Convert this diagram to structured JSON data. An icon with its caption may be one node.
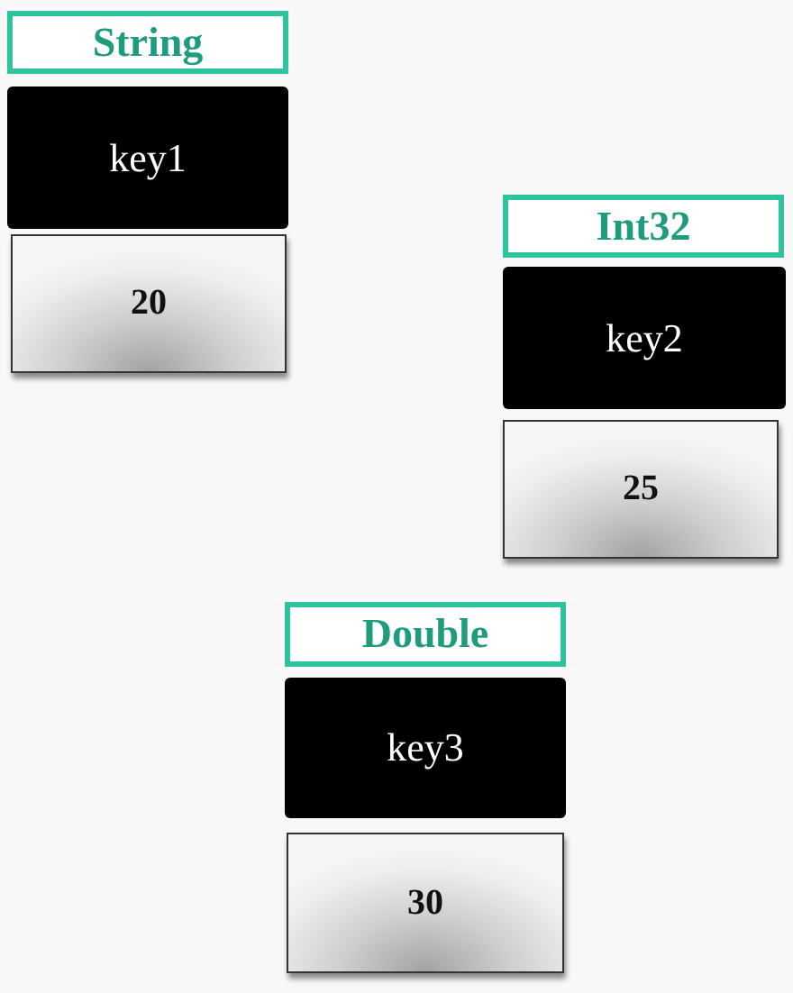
{
  "diagram": {
    "nodes": [
      {
        "text": [
          "String"
        ]
      },
      {
        "text": [
          "key1"
        ]
      },
      {
        "text": [
          "20"
        ]
      },
      {
        "text": [
          "Int32"
        ]
      },
      {
        "text": [
          "key2"
        ]
      },
      {
        "text": [
          "25"
        ]
      },
      {
        "text": [
          "Double"
        ]
      },
      {
        "text": [
          "key3"
        ]
      },
      {
        "text": [
          "30"
        ]
      }
    ]
  }
}
